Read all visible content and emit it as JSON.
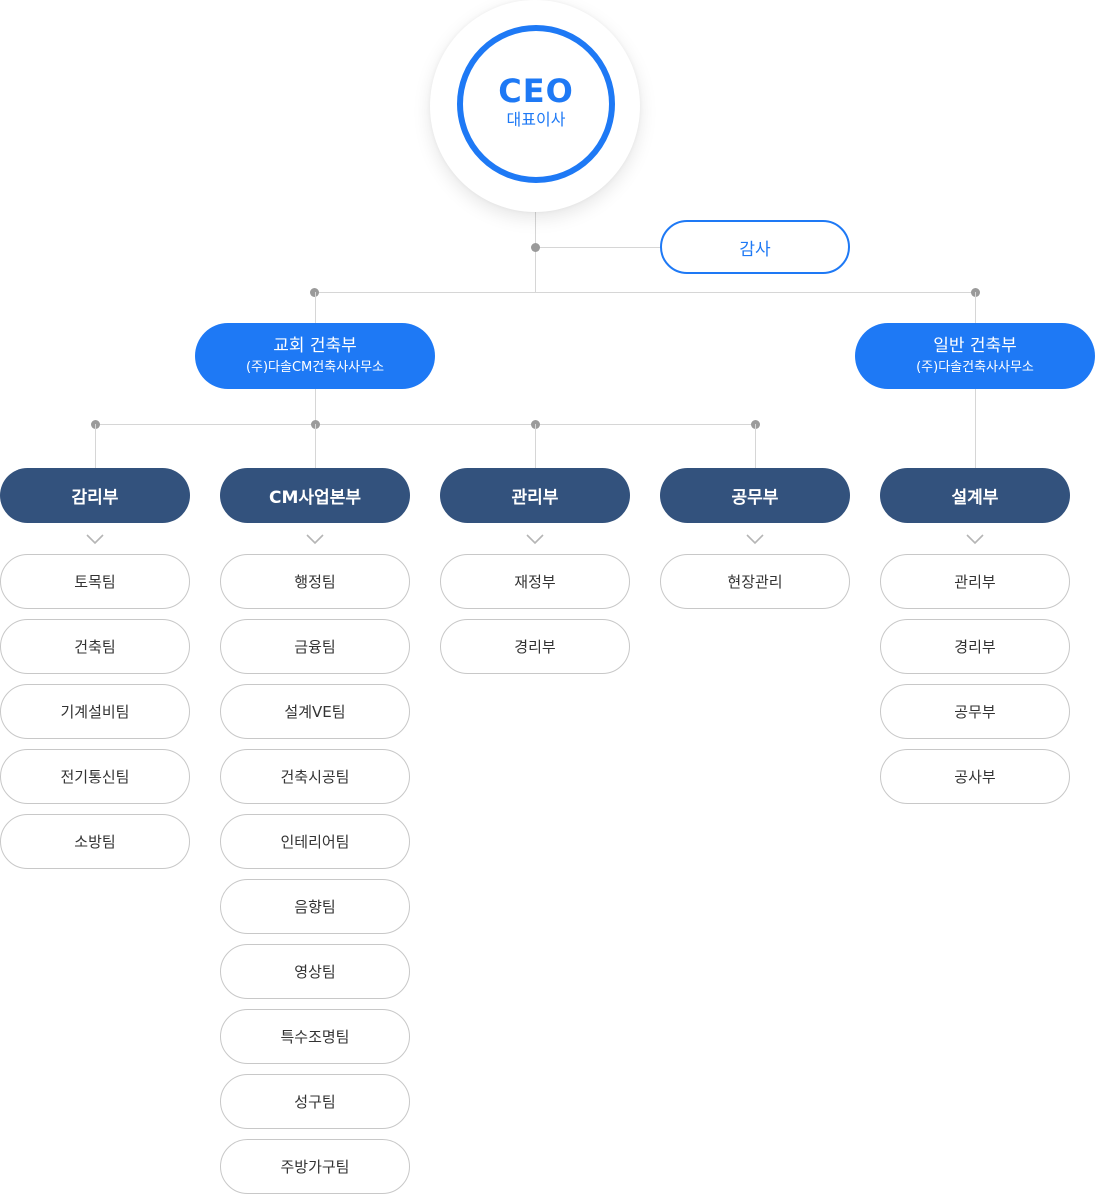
{
  "ceo": {
    "title": "CEO",
    "subtitle": "대표이사"
  },
  "audit": {
    "label": "감사"
  },
  "headquarters": [
    {
      "title": "교회 건축부",
      "subtitle": "(주)다솔CM건축사사무소"
    },
    {
      "title": "일반 건축부",
      "subtitle": "(주)다솔건축사사무소"
    }
  ],
  "departments": [
    {
      "name": "감리부",
      "teams": [
        "토목팀",
        "건축팀",
        "기계설비팀",
        "전기통신팀",
        "소방팀"
      ]
    },
    {
      "name": "CM사업본부",
      "teams": [
        "행정팀",
        "금융팀",
        "설계VE팀",
        "건축시공팀",
        "인테리어팀",
        "음향팀",
        "영상팀",
        "특수조명팀",
        "성구팀",
        "주방가구팀"
      ]
    },
    {
      "name": "관리부",
      "teams": [
        "재정부",
        "경리부"
      ]
    },
    {
      "name": "공무부",
      "teams": [
        "현장관리"
      ]
    },
    {
      "name": "설계부",
      "teams": [
        "관리부",
        "경리부",
        "공무부",
        "공사부"
      ]
    }
  ],
  "colors": {
    "primary": "#1e79f5",
    "dept": "#33527d",
    "line": "#d6d6d6",
    "dot": "#9a9a9a"
  }
}
